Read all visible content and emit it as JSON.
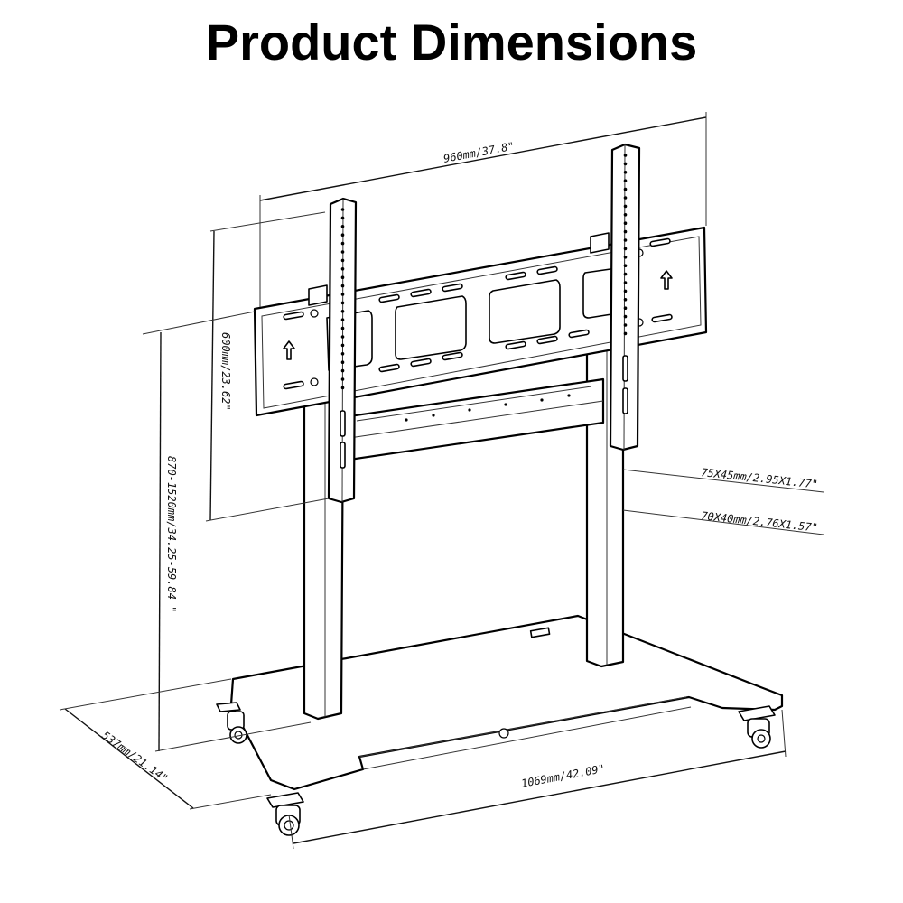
{
  "title": "Product Dimensions",
  "dimensions": {
    "plate_width": "960mm/37.8\"",
    "plate_height": "600mm/23.62\"",
    "overall_height": "870-1520mm/34.25-59.84 \"",
    "column_upper": "75X45mm/2.95X1.77\"",
    "column_lower": "70X40mm/2.76X1.57\"",
    "base_depth": "537mm/21.14\"",
    "base_width": "1069mm/42.09\""
  }
}
